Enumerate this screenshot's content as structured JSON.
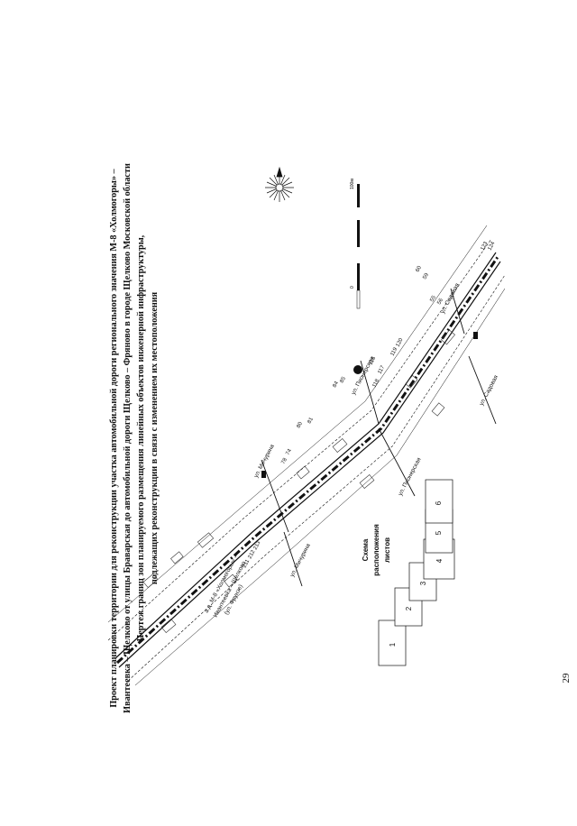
{
  "page": {
    "number": "29"
  },
  "title": {
    "line1": "Проект планировки территории для реконструкции участка автомобильной дороги регионального значения М-8 «Холмогоры» –",
    "line2": "Ивантеевка – Щелково от улицы Браварская до автомобильной дороги Щелково – Фряново в городе Щелково Московской области",
    "line3": "Чертеж границ зон планируемого размещения линейных объектов инженерной инфраструктуры,",
    "line4": "подлежащих реконструкции в связи с изменением их местоположения"
  },
  "map": {
    "road_labels": {
      "main_road_1": "а.д. М-8 «Холмогоры» –",
      "main_road_2": "Ивантеевка – Щелково",
      "main_road_3": "(ул. Фрунзе)",
      "street_michurina_top": "ул. Мичурина",
      "street_michurina_bottom": "ул. Мичурина",
      "street_pionerskaya_top": "ул. Пионерская",
      "street_pionerskaya_bottom": "ул. Пионерская",
      "street_sadovaya_top": "ул. Садовая",
      "street_sadovaya_bottom": "ул. Садовая"
    },
    "scale": {
      "zero": "0",
      "max": "100м"
    },
    "sheet_scheme": {
      "title_1": "Схема",
      "title_2": "расположения",
      "title_3": "листов",
      "sheets": [
        "1",
        "2",
        "3",
        "4",
        "5",
        "6"
      ]
    },
    "point_labels": [
      "211",
      "212",
      "213",
      "78",
      "74",
      "80",
      "81",
      "84",
      "85",
      "116",
      "117",
      "118",
      "119",
      "120",
      "123",
      "124",
      "55",
      "56",
      "59",
      "60"
    ],
    "colors": {
      "line": "#111111",
      "background": "#ffffff"
    }
  }
}
